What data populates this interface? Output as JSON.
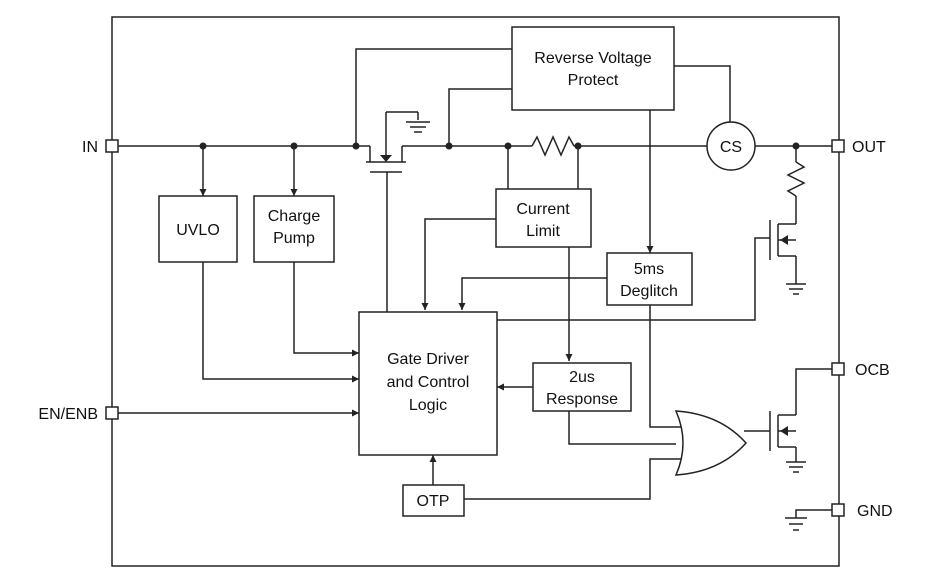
{
  "blocks": {
    "rvp": [
      "Reverse Voltage",
      "Protect"
    ],
    "cs": "CS",
    "uvlo": "UVLO",
    "charge_pump": [
      "Charge",
      "Pump"
    ],
    "current_limit": [
      "Current",
      "Limit"
    ],
    "deglitch": [
      "5ms",
      "Deglitch"
    ],
    "gate_driver": [
      "Gate Driver",
      "and Control",
      "Logic"
    ],
    "response": [
      "2us",
      "Response"
    ],
    "otp": "OTP"
  },
  "pins": {
    "in": "IN",
    "out": "OUT",
    "en": "EN/ENB",
    "ocb": "OCB",
    "gnd": "GND"
  }
}
